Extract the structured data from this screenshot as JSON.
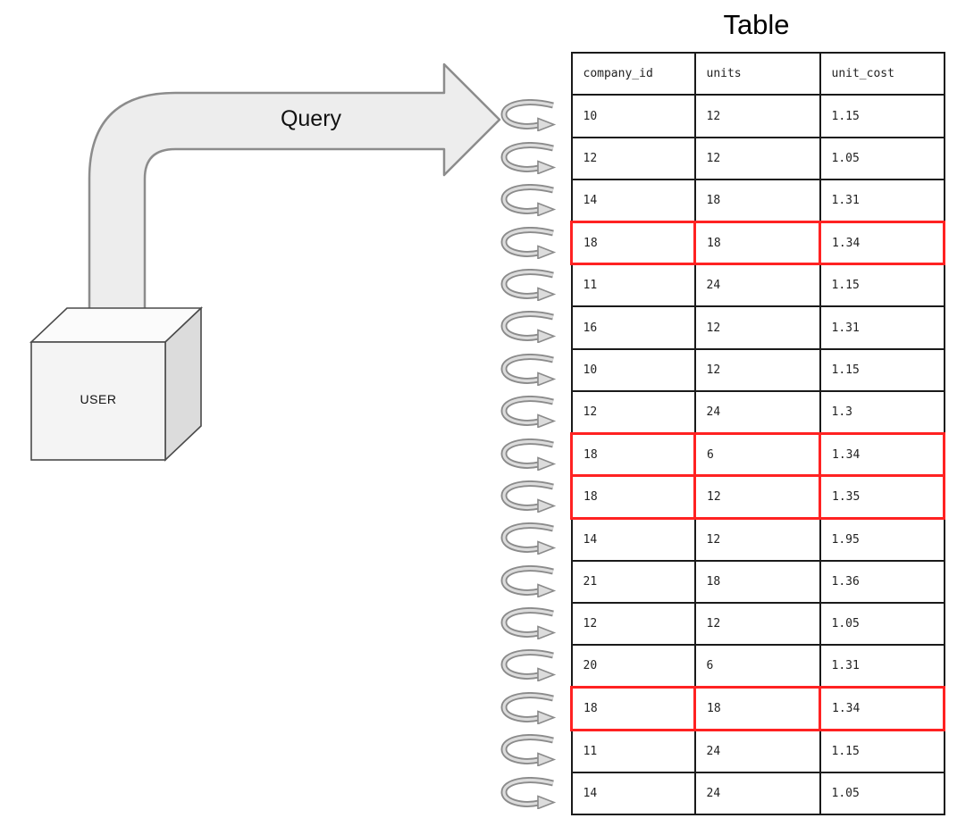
{
  "labels": {
    "query": "Query",
    "user": "USER"
  },
  "table": {
    "title": "Table",
    "columns": [
      "company_id",
      "units",
      "unit_cost"
    ],
    "rows": [
      {
        "values": [
          "10",
          "12",
          "1.15"
        ],
        "highlight": false
      },
      {
        "values": [
          "12",
          "12",
          "1.05"
        ],
        "highlight": false
      },
      {
        "values": [
          "14",
          "18",
          "1.31"
        ],
        "highlight": false
      },
      {
        "values": [
          "18",
          "18",
          "1.34"
        ],
        "highlight": true
      },
      {
        "values": [
          "11",
          "24",
          "1.15"
        ],
        "highlight": false
      },
      {
        "values": [
          "16",
          "12",
          "1.31"
        ],
        "highlight": false
      },
      {
        "values": [
          "10",
          "12",
          "1.15"
        ],
        "highlight": false
      },
      {
        "values": [
          "12",
          "24",
          "1.3"
        ],
        "highlight": false
      },
      {
        "values": [
          "18",
          "6",
          "1.34"
        ],
        "highlight": true
      },
      {
        "values": [
          "18",
          "12",
          "1.35"
        ],
        "highlight": true
      },
      {
        "values": [
          "14",
          "12",
          "1.95"
        ],
        "highlight": false
      },
      {
        "values": [
          "21",
          "18",
          "1.36"
        ],
        "highlight": false
      },
      {
        "values": [
          "12",
          "12",
          "1.05"
        ],
        "highlight": false
      },
      {
        "values": [
          "20",
          "6",
          "1.31"
        ],
        "highlight": false
      },
      {
        "values": [
          "18",
          "18",
          "1.34"
        ],
        "highlight": true
      },
      {
        "values": [
          "11",
          "24",
          "1.15"
        ],
        "highlight": false
      },
      {
        "values": [
          "14",
          "24",
          "1.05"
        ],
        "highlight": false
      }
    ]
  },
  "colors": {
    "highlight_border": "#ff2222",
    "table_border": "#1a1a1a",
    "arrow_fill": "#ededed",
    "arrow_stroke": "#8c8c8c",
    "spiral_dark": "#8b8b8b",
    "spiral_light": "#dcdcdc"
  }
}
